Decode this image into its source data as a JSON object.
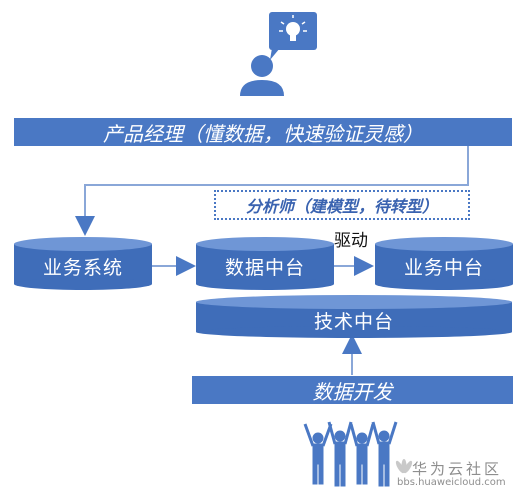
{
  "pm_bar": {
    "label": "产品经理（懂数据，快速验证灵感）"
  },
  "analyst_box": {
    "label": "分析师（建模型，待转型）"
  },
  "drive_label": "驱动",
  "cylinders": {
    "business_system": "业务系统",
    "data_middle": "数据中台",
    "business_middle": "业务中台",
    "tech_middle": "技术中台"
  },
  "dev_bar": {
    "label": "数据开发"
  },
  "watermark": {
    "name": "华为云社区",
    "url": "bbs.huaweicloud.com"
  },
  "icons": {
    "lightbulb": "lightbulb-icon",
    "person": "person-icon",
    "team": "team-cheering-icon"
  },
  "colors": {
    "primary": "#4a78c4",
    "cylinder_top": "#6f96d6",
    "cylinder_body": "#3f6db9",
    "connector": "#8aa7d8"
  }
}
